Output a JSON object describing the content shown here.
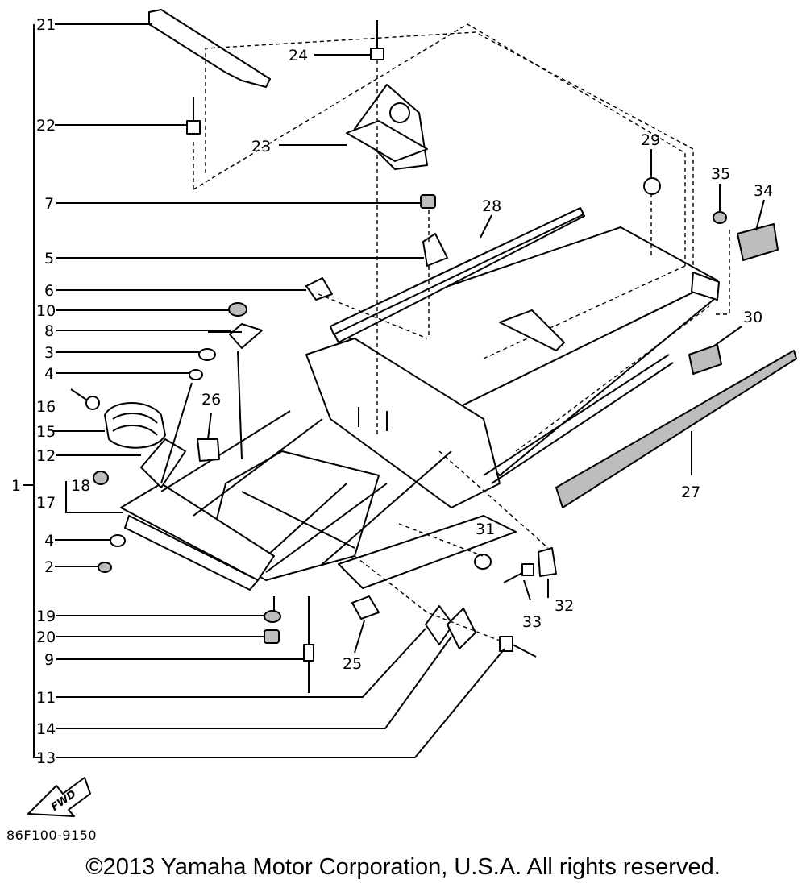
{
  "callouts": [
    {
      "n": "1"
    },
    {
      "n": "2"
    },
    {
      "n": "3"
    },
    {
      "n": "4"
    },
    {
      "n": "4"
    },
    {
      "n": "5"
    },
    {
      "n": "6"
    },
    {
      "n": "7"
    },
    {
      "n": "8"
    },
    {
      "n": "9"
    },
    {
      "n": "10"
    },
    {
      "n": "11"
    },
    {
      "n": "12"
    },
    {
      "n": "13"
    },
    {
      "n": "14"
    },
    {
      "n": "15"
    },
    {
      "n": "16"
    },
    {
      "n": "17"
    },
    {
      "n": "18"
    },
    {
      "n": "19"
    },
    {
      "n": "20"
    },
    {
      "n": "21"
    },
    {
      "n": "22"
    },
    {
      "n": "23"
    },
    {
      "n": "24"
    },
    {
      "n": "25"
    },
    {
      "n": "26"
    },
    {
      "n": "27"
    },
    {
      "n": "28"
    },
    {
      "n": "29"
    },
    {
      "n": "30"
    },
    {
      "n": "31"
    },
    {
      "n": "32"
    },
    {
      "n": "33"
    },
    {
      "n": "34"
    },
    {
      "n": "35"
    }
  ],
  "fwd_arrow_label": "FWD",
  "diagram_code": "86F100-9150",
  "copyright": "©2013 Yamaha Motor Corporation, U.S.A. All rights reserved."
}
